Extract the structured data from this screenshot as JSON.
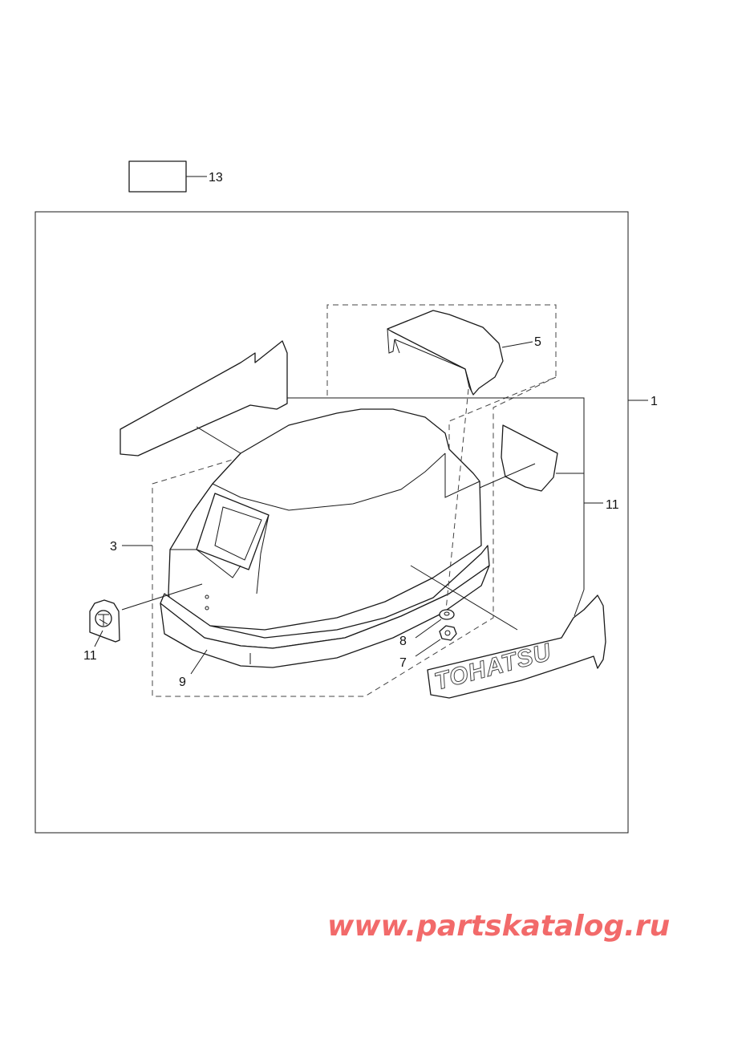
{
  "diagram": {
    "callouts": {
      "c13": "13",
      "c1": "1",
      "c5": "5",
      "c3": "3",
      "c11_right": "11",
      "c11_left": "11",
      "c8": "8",
      "c7": "7",
      "c9": "9"
    },
    "decal_text": "TOHATSU"
  },
  "watermark": "www.partskatalog.ru"
}
